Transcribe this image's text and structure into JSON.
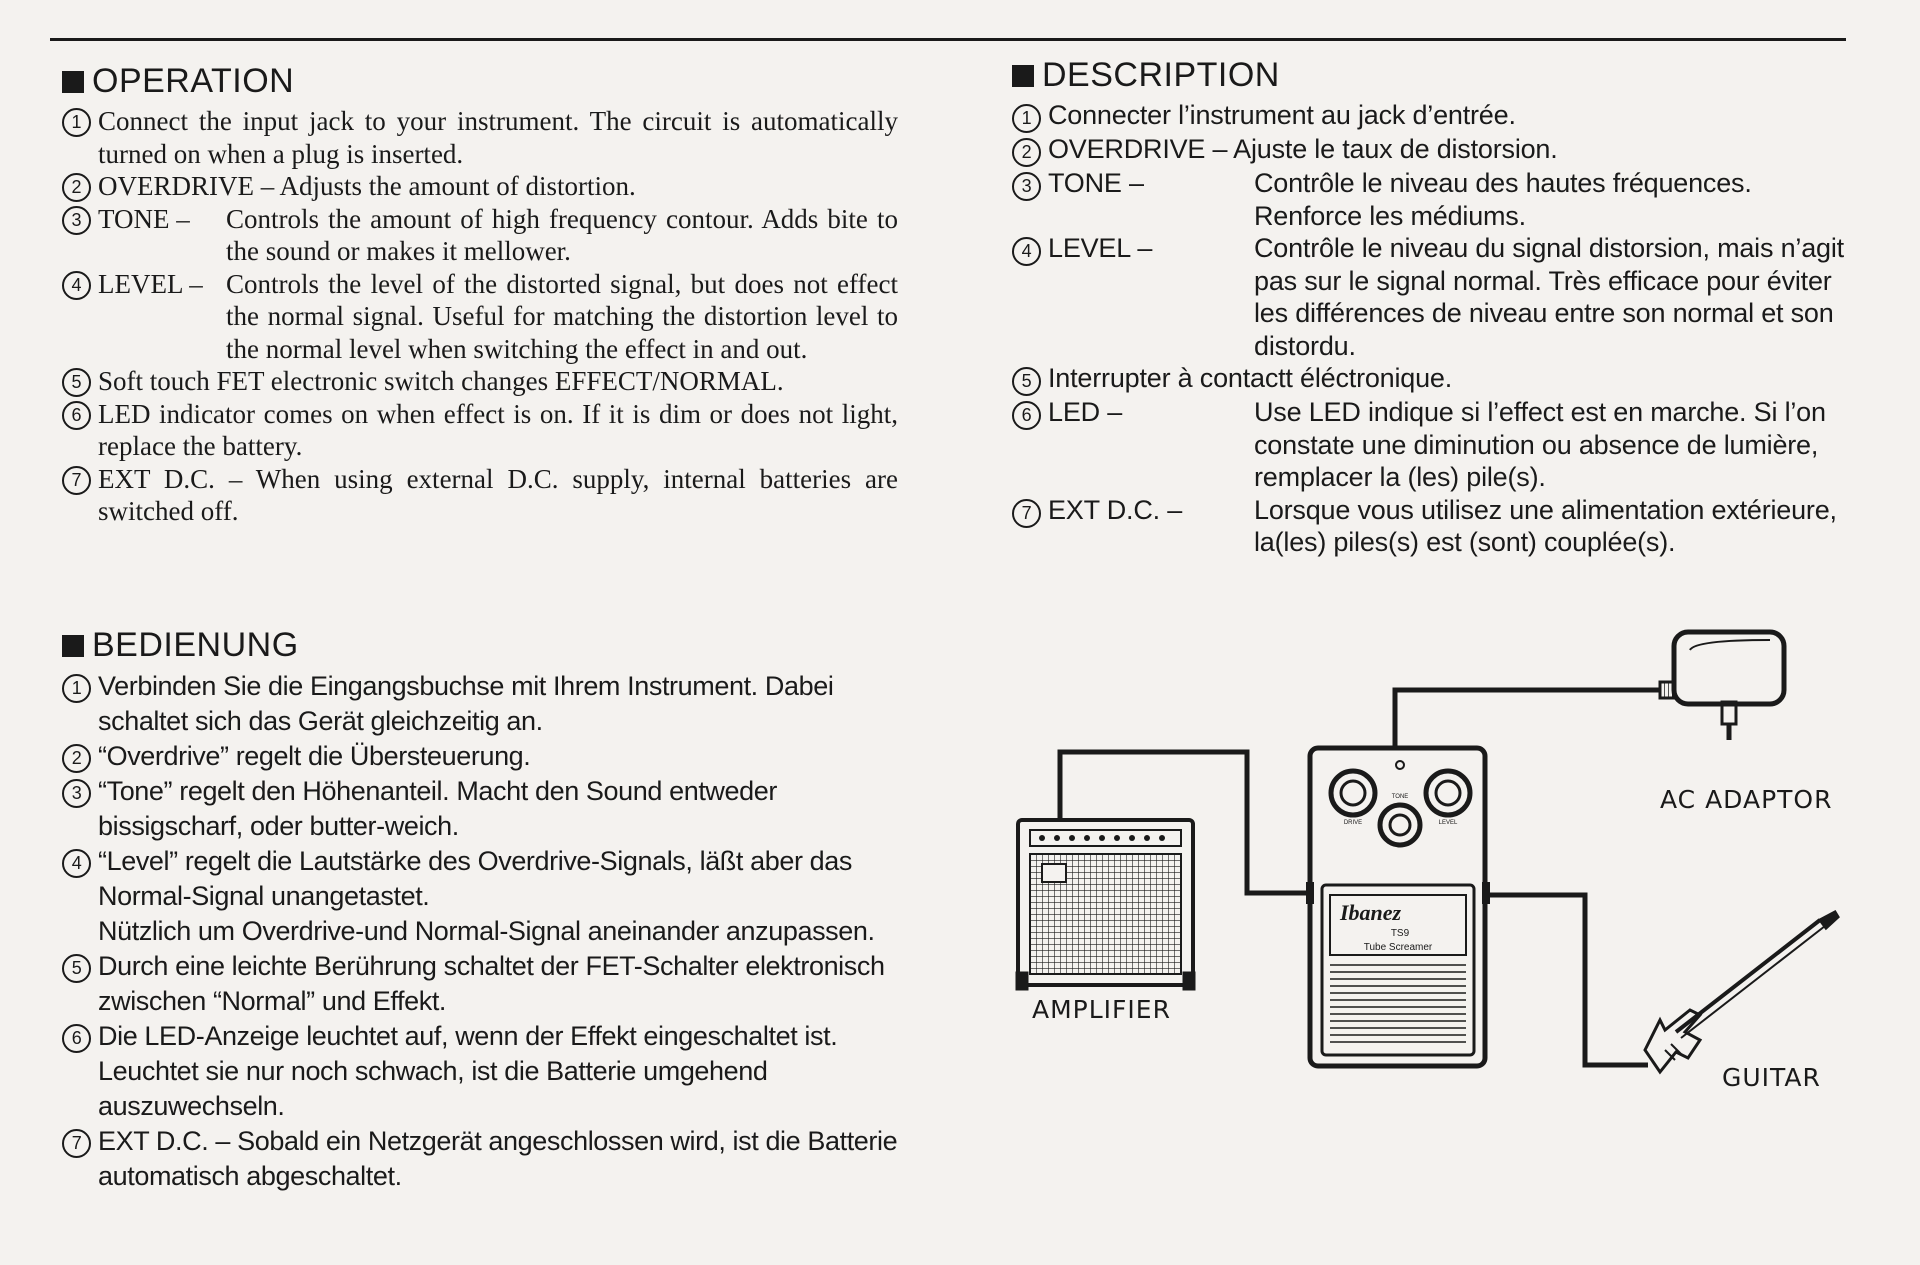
{
  "operation": {
    "title": "OPERATION",
    "items": [
      {
        "n": "1",
        "term": "",
        "text": "Connect the input jack to your instrument. The circuit is automatically turned on when a plug is inserted."
      },
      {
        "n": "2",
        "term": "OVERDRIVE – ",
        "text": "Adjusts the amount of distortion."
      },
      {
        "n": "3",
        "term": "TONE –",
        "text": "Controls the amount of high frequency contour. Adds bite to the sound or makes it mellower."
      },
      {
        "n": "4",
        "term": "LEVEL –",
        "text": "Controls the level of the distorted signal, but does not effect the normal signal. Useful for matching the distortion level to the normal level when switching the effect in and out."
      },
      {
        "n": "5",
        "term": "",
        "text": "Soft touch FET electronic switch changes EFFECT/NORMAL."
      },
      {
        "n": "6",
        "term": "",
        "text": "LED indicator comes on when effect is on. If it is dim or does not light, replace the battery."
      },
      {
        "n": "7",
        "term": "",
        "text": "EXT D.C. – When using external D.C. supply, internal batteries are switched off."
      }
    ]
  },
  "bedienung": {
    "title": "BEDIENUNG",
    "items": [
      {
        "n": "1",
        "text": "Verbinden Sie die Eingangsbuchse mit Ihrem Instrument. Dabei schaltet sich das Gerät gleichzeitig an."
      },
      {
        "n": "2",
        "text": "“Overdrive” regelt die Übersteuerung."
      },
      {
        "n": "3",
        "text": "“Tone” regelt den Höhenanteil. Macht den Sound entweder bissigscharf, oder butter-weich."
      },
      {
        "n": "4",
        "text": "“Level” regelt die Lautstärke des Overdrive-Signals, läßt aber das Normal-Signal unangetastet.",
        "text2": "Nützlich um Overdrive-und Normal-Signal aneinander anzupassen."
      },
      {
        "n": "5",
        "text": "Durch eine leichte Berührung schaltet der FET-Schalter elektronisch zwischen “Normal” und Effekt."
      },
      {
        "n": "6",
        "text": "Die LED-Anzeige leuchtet auf, wenn der Effekt eingeschaltet ist. Leuchtet sie nur noch schwach, ist die Batterie umgehend auszuwechseln."
      },
      {
        "n": "7",
        "text": "EXT D.C. – Sobald ein Netzgerät angeschlossen wird, ist die Batterie automatisch abgeschaltet."
      }
    ]
  },
  "description": {
    "title": "DESCRIPTION",
    "items": [
      {
        "n": "1",
        "term": "",
        "text": "Connecter l’instrument au jack d’entrée."
      },
      {
        "n": "2",
        "term": "",
        "text": "OVERDRIVE – Ajuste le taux de distorsion."
      },
      {
        "n": "3",
        "term": "TONE –",
        "text": "Contrôle le niveau des hautes fréquences. Renforce les médiums."
      },
      {
        "n": "4",
        "term": "LEVEL –",
        "text": "Contrôle le niveau du signal distorsion, mais n’agit pas sur le signal normal. Très efficace pour éviter les différences de niveau entre son normal et son distordu."
      },
      {
        "n": "5",
        "term": "",
        "text": "Interrupter à contactt éléctronique."
      },
      {
        "n": "6",
        "term": "LED –",
        "text": "Use LED indique si l’effect est en marche. Si l’on constate une diminution ou absence de lumière, remplacer la (les) pile(s)."
      },
      {
        "n": "7",
        "term": "EXT D.C. –",
        "text": "Lorsque vous utilisez une alimentation extérieure, la(les) piles(s) est (sont) couplée(s)."
      }
    ]
  },
  "diagram": {
    "labels": {
      "amplifier": "AMPLIFIER",
      "ac_adaptor": "AC ADAPTOR",
      "guitar": "GUITAR"
    },
    "pedal": {
      "brand": "Ibanez",
      "model": "TS9",
      "name": "Tube Screamer",
      "knob_drive": "DRIVE",
      "knob_tone": "TONE",
      "knob_level": "LEVEL"
    }
  }
}
